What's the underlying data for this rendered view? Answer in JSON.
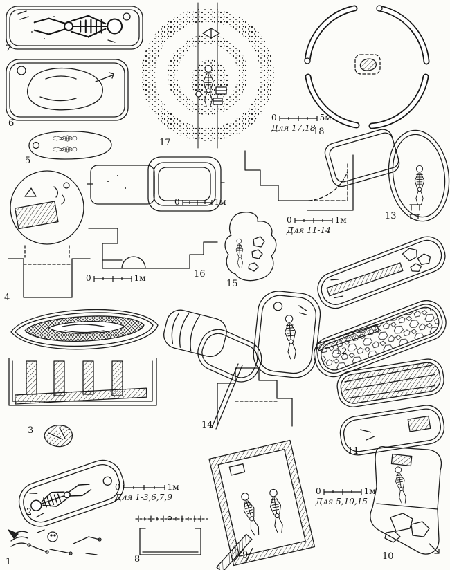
{
  "figure_labels": {
    "f1": "1",
    "f2": "2",
    "f3": "3",
    "f4": "4",
    "f5": "5",
    "f6": "6",
    "f7": "7",
    "f8": "8",
    "f9": "9",
    "f10": "10",
    "f11": "11",
    "f12": "12",
    "f13": "13",
    "f14": "14",
    "f15": "15",
    "f16": "16",
    "f17": "17",
    "f18": "18"
  },
  "scale_bars": {
    "s17_18": {
      "zero": "0",
      "length": "5м",
      "caption": "Для 17,18"
    },
    "s11_14": {
      "zero": "0",
      "length": "1м",
      "caption": "Для 11-14"
    },
    "s16_plan": {
      "zero": "0",
      "length": "1м",
      "caption": ""
    },
    "s16_profile": {
      "zero": "0",
      "length": "1м",
      "caption": ""
    },
    "s1_9": {
      "zero": "0",
      "length": "1м",
      "caption": "Для 1-3,6,7,9"
    },
    "s5_15": {
      "zero": "0",
      "length": "1м",
      "caption": "Для 5,10,15"
    }
  }
}
